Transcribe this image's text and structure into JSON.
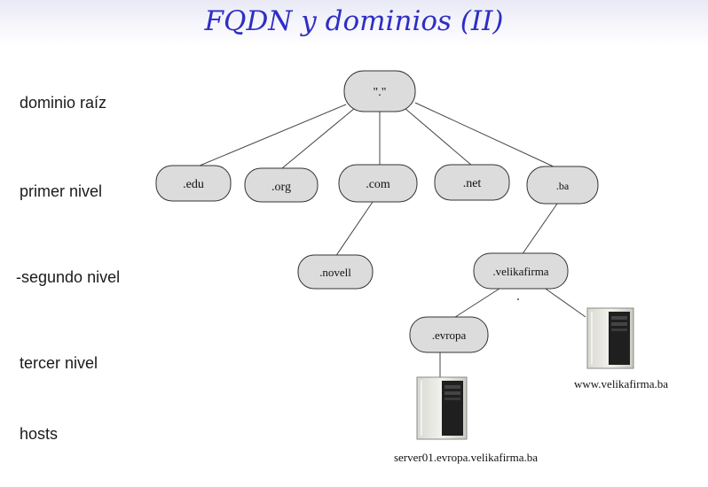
{
  "title": "FQDN y dominios (II)",
  "levels": {
    "root": "dominio raíz",
    "first": "primer nivel",
    "second": "segundo nivel",
    "third": "tercer nivel",
    "hosts": "hosts"
  },
  "nodes": {
    "root": "\".\"",
    "edu": ".edu",
    "org": ".org",
    "com": ".com",
    "net": ".net",
    "ba": ".ba",
    "novell": ".novell",
    "velikafirma": ".velikafirma",
    "evropa": ".evropa"
  },
  "hosts": {
    "www": "www.velikafirma.ba",
    "server01": "server01.evropa.velikafirma.ba"
  }
}
